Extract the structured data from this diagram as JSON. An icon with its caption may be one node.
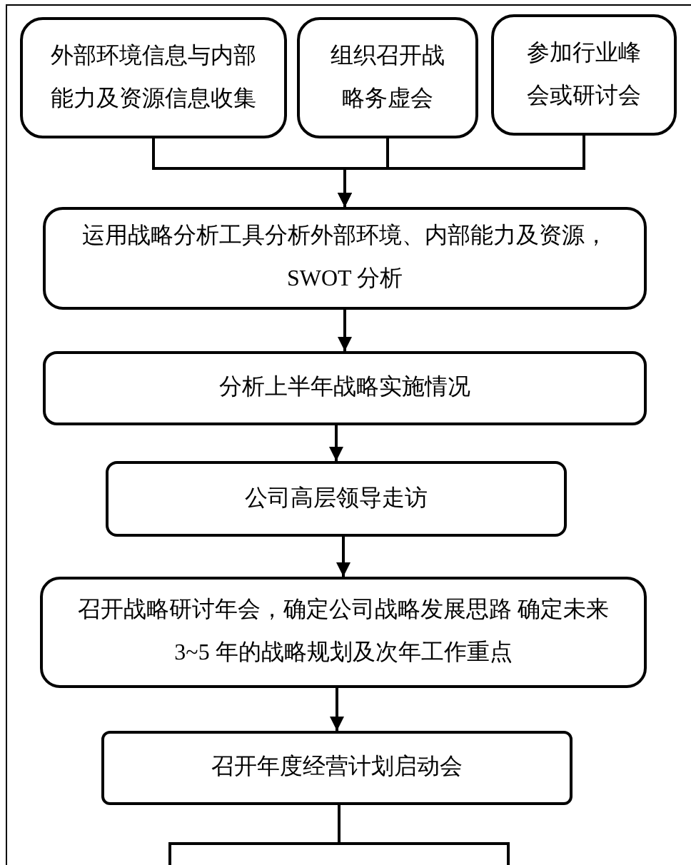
{
  "diagram": {
    "nodes": [
      {
        "text": [
          "外部环境信息与内部能力及资源信息收集"
        ]
      },
      {
        "text": [
          "组织召开战略务虚会"
        ]
      },
      {
        "text": [
          "参加行业峰会或研讨会"
        ]
      },
      {
        "text": [
          "运用战略分析工具分析外部环境、内部能力及资源，SWOT 分析"
        ]
      },
      {
        "text": [
          "分析上半年战略实施情况"
        ]
      },
      {
        "text": [
          "公司高层领导走访"
        ]
      },
      {
        "text": [
          "召开战略研讨年会，确定公司战略发展思路 确定未来 3~5 年的战略规划及次年工作重点"
        ]
      },
      {
        "text": [
          "召开年度经营计划启动会"
        ]
      },
      {
        "text": [],
        "shape": "box"
      }
    ],
    "edges": [
      {
        "from": 0,
        "to": 3,
        "arrow": "to"
      },
      {
        "from": 1,
        "to": 3,
        "arrow": "to"
      },
      {
        "from": 2,
        "to": 3,
        "arrow": "to"
      },
      {
        "from": 3,
        "to": 4,
        "arrow": "to"
      },
      {
        "from": 4,
        "to": 5,
        "arrow": "to"
      },
      {
        "from": 5,
        "to": 6,
        "arrow": "to"
      },
      {
        "from": 6,
        "to": 7,
        "arrow": "to"
      },
      {
        "from": 7,
        "to": 8,
        "arrow": "none"
      }
    ]
  }
}
